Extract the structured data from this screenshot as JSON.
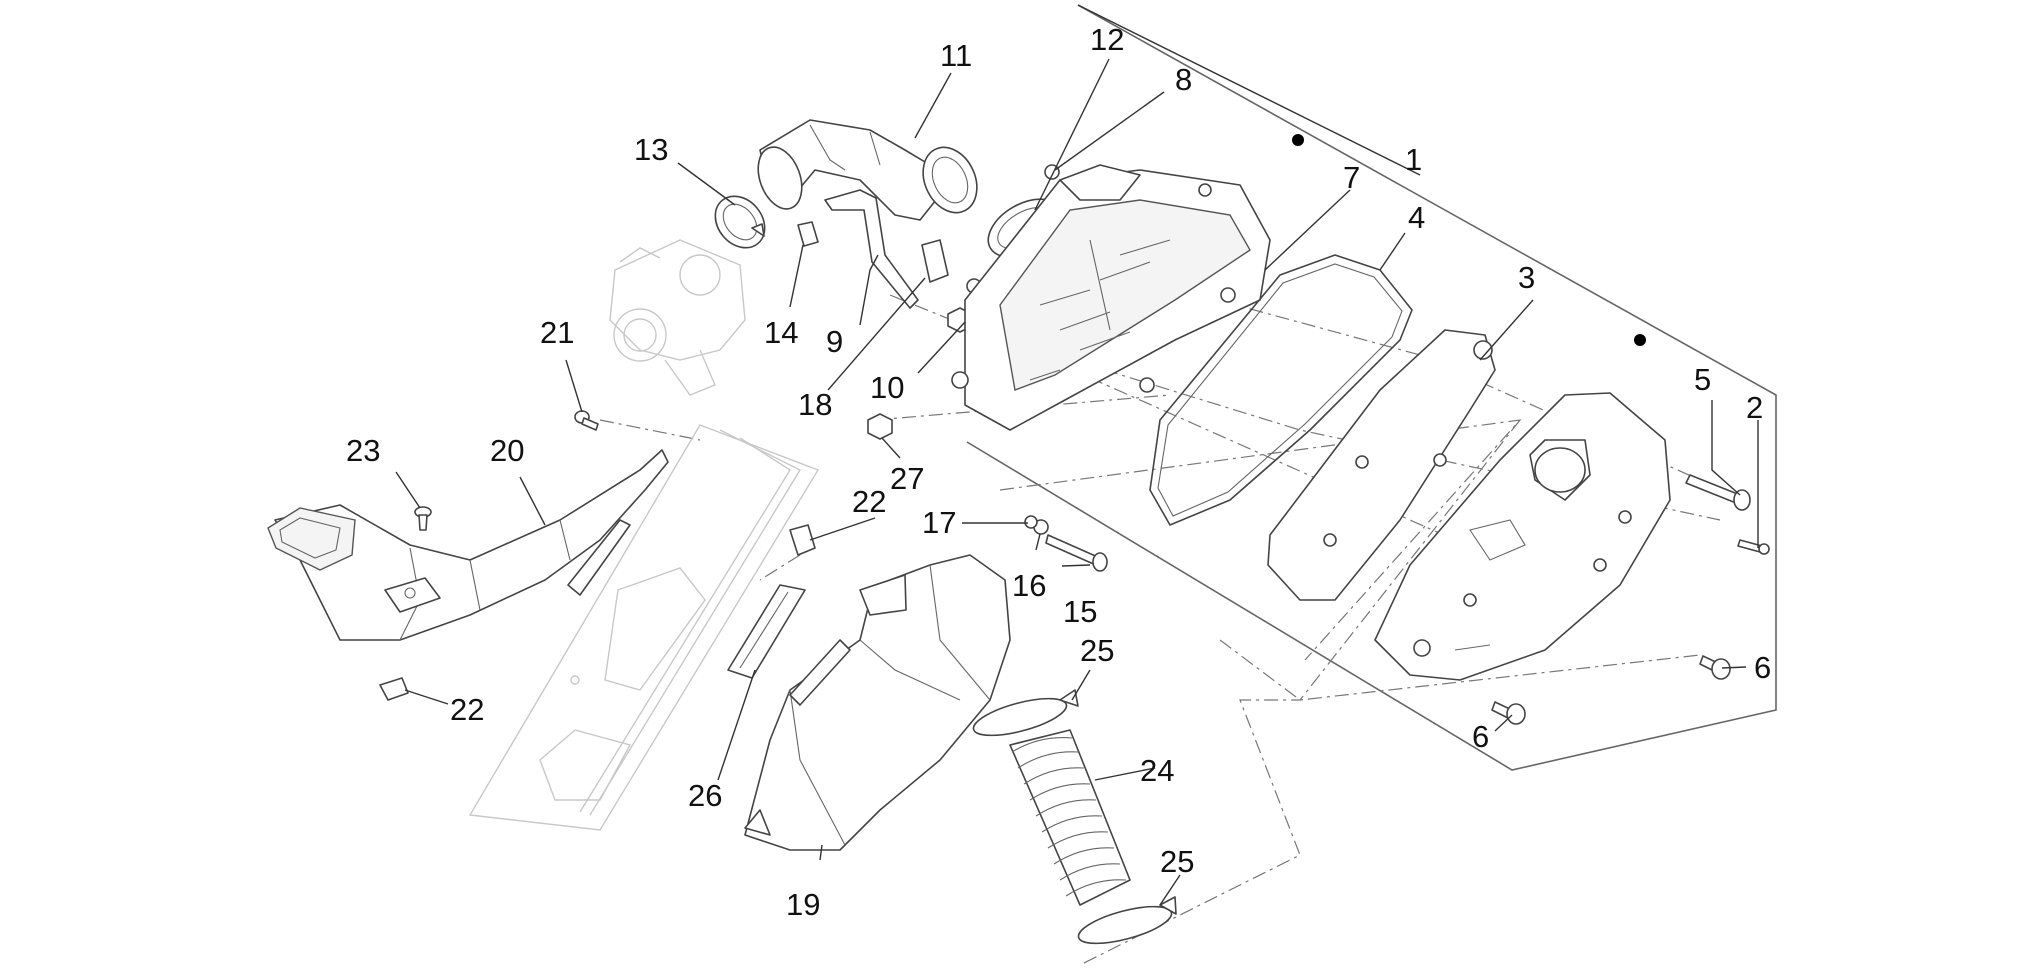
{
  "callouts": [
    {
      "id": "c1",
      "text": "1"
    },
    {
      "id": "c2",
      "text": "2"
    },
    {
      "id": "c3",
      "text": "3"
    },
    {
      "id": "c4",
      "text": "4"
    },
    {
      "id": "c5",
      "text": "5"
    },
    {
      "id": "c6a",
      "text": "6"
    },
    {
      "id": "c6b",
      "text": "6"
    },
    {
      "id": "c7",
      "text": "7"
    },
    {
      "id": "c8",
      "text": "8"
    },
    {
      "id": "c9",
      "text": "9"
    },
    {
      "id": "c10",
      "text": "10"
    },
    {
      "id": "c11",
      "text": "11"
    },
    {
      "id": "c12",
      "text": "12"
    },
    {
      "id": "c13",
      "text": "13"
    },
    {
      "id": "c14",
      "text": "14"
    },
    {
      "id": "c15",
      "text": "15"
    },
    {
      "id": "c16",
      "text": "16"
    },
    {
      "id": "c17",
      "text": "17"
    },
    {
      "id": "c18",
      "text": "18"
    },
    {
      "id": "c19",
      "text": "19"
    },
    {
      "id": "c20",
      "text": "20"
    },
    {
      "id": "c21",
      "text": "21"
    },
    {
      "id": "c22a",
      "text": "22"
    },
    {
      "id": "c22b",
      "text": "22"
    },
    {
      "id": "c23",
      "text": "23"
    },
    {
      "id": "c24",
      "text": "24"
    },
    {
      "id": "c25a",
      "text": "25"
    },
    {
      "id": "c25b",
      "text": "25"
    },
    {
      "id": "c26",
      "text": "26"
    },
    {
      "id": "c27",
      "text": "27"
    }
  ]
}
